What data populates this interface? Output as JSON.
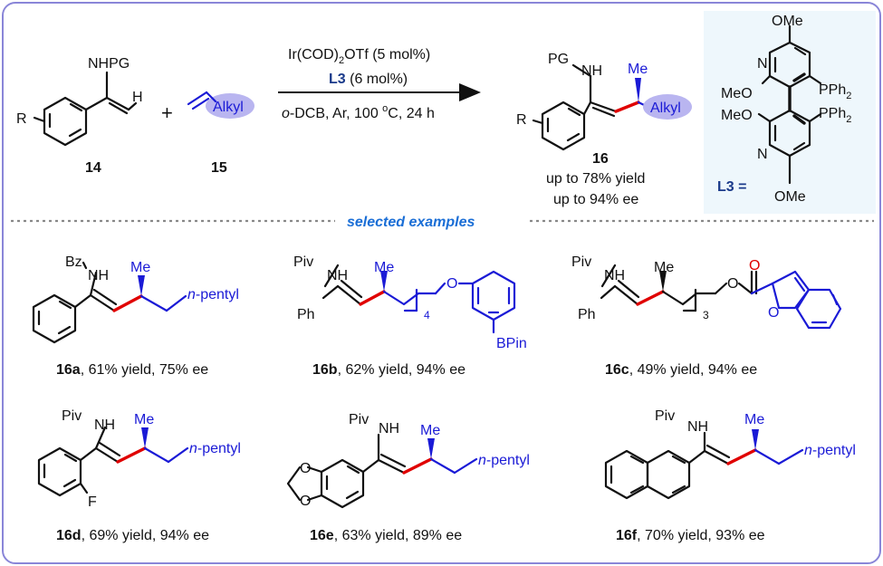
{
  "reaction": {
    "reactant_14": {
      "label": "14",
      "substituent": "R",
      "group": "NHPG",
      "h": "H"
    },
    "reactant_15": {
      "label": "15",
      "alkyl": "Alkyl"
    },
    "plus": "+",
    "conditions": {
      "catalyst": "Ir(COD)",
      "catalyst_sub": "2",
      "catalyst_rest": "OTf (5 mol%)",
      "ligand": "L3",
      "ligand_rest": " (6 mol%)",
      "solvent_ital": "o",
      "solvent_rest": "-DCB, Ar, 100 ",
      "temp_sup": "o",
      "temp_rest": "C, 24 h"
    },
    "product_16": {
      "label": "16",
      "pg": "PG",
      "nh": "NH",
      "me": "Me",
      "alkyl": "Alkyl",
      "substituent": "R",
      "yield_text": "up to 78% yield",
      "ee_text": "up to 94% ee"
    },
    "ligand_box": {
      "label": "L3 =",
      "ome": "OMe",
      "meo": "MeO",
      "n": "N",
      "pph2": "PPh",
      "pph2_sub": "2"
    }
  },
  "section_title": "selected examples",
  "examples": [
    {
      "id": "16a",
      "caption": ", 61% yield, 75% ee",
      "pg": "Bz",
      "tail": "n",
      "tail_rest": "-pentyl"
    },
    {
      "id": "16b",
      "caption": ", 62% yield, 94% ee",
      "pg": "Piv",
      "aryl": "Ph",
      "sub": "4",
      "o": "O",
      "bpin": "BPin"
    },
    {
      "id": "16c",
      "caption": ", 49% yield, 94% ee",
      "pg": "Piv",
      "aryl": "Ph",
      "sub": "3",
      "o": "O"
    },
    {
      "id": "16d",
      "caption": ", 69% yield, 94% ee",
      "pg": "Piv",
      "f": "F",
      "tail": "n",
      "tail_rest": "-pentyl"
    },
    {
      "id": "16e",
      "caption": ", 63% yield, 89% ee",
      "pg": "Piv",
      "o": "O",
      "tail": "n",
      "tail_rest": "-pentyl"
    },
    {
      "id": "16f",
      "caption": ", 70% yield, 93% ee",
      "pg": "Piv",
      "tail": "n",
      "tail_rest": "-pentyl"
    }
  ],
  "common": {
    "nh": "NH",
    "me": "Me"
  },
  "colors": {
    "border": "#8a86d8",
    "blue": "#1a1ad6",
    "accent": "#1a6ed6",
    "red": "#e00000",
    "ligand_bg": "#eef7fc",
    "highlight": "#b9b5f0"
  }
}
